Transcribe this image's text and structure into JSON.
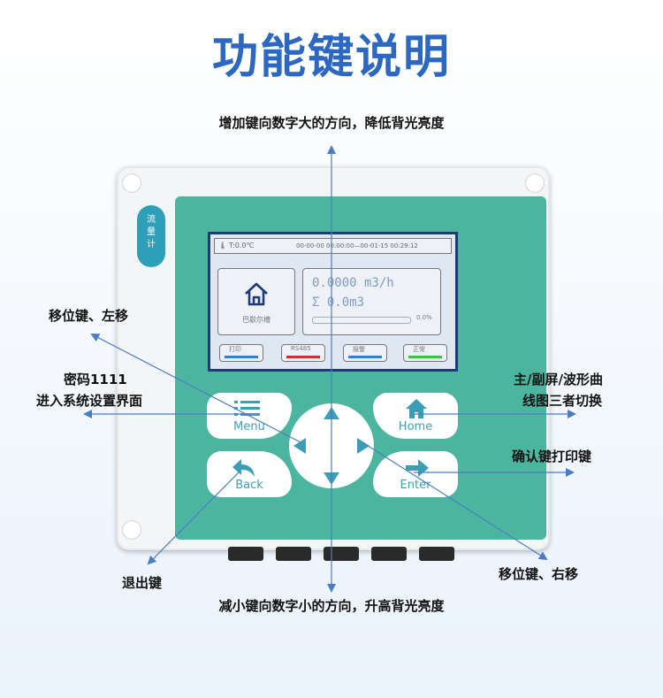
{
  "title": "功能键说明",
  "annotations": {
    "up": "增加键向数字大的方向，降低背光亮度",
    "left_move": "移位键、左移",
    "password_line1": "密码1111",
    "password_line2": "进入系统设置界面",
    "home_line1": "主/副屏/波形曲",
    "home_line2": "线图三者切换",
    "enter": "确认键打印键",
    "back": "退出键",
    "right_move": "移位键、右移",
    "down": "减小键向数字小的方向，升高背光亮度"
  },
  "device": {
    "side_label": [
      "流",
      "量",
      "计"
    ],
    "status_bar": {
      "temp": "T:0.0℃",
      "time": "00-00-00 00:00:00—00-01-15 00:29:12"
    },
    "home_caption": "巴歇尔槽",
    "flow": "0.0000 m3/h",
    "total": "Σ  0.0m3",
    "progress_pct": "0.0%",
    "progress": 0.0,
    "tabs": [
      {
        "label": "打印",
        "color": "#3a7bd5"
      },
      {
        "label": "RS485",
        "color": "#d0302b"
      },
      {
        "label": "报警",
        "color": "#3a7bd5"
      },
      {
        "label": "正常",
        "color": "#3fc14a"
      }
    ],
    "buttons": {
      "menu": "Menu",
      "home": "Home",
      "back": "Back",
      "enter": "Enter"
    }
  }
}
